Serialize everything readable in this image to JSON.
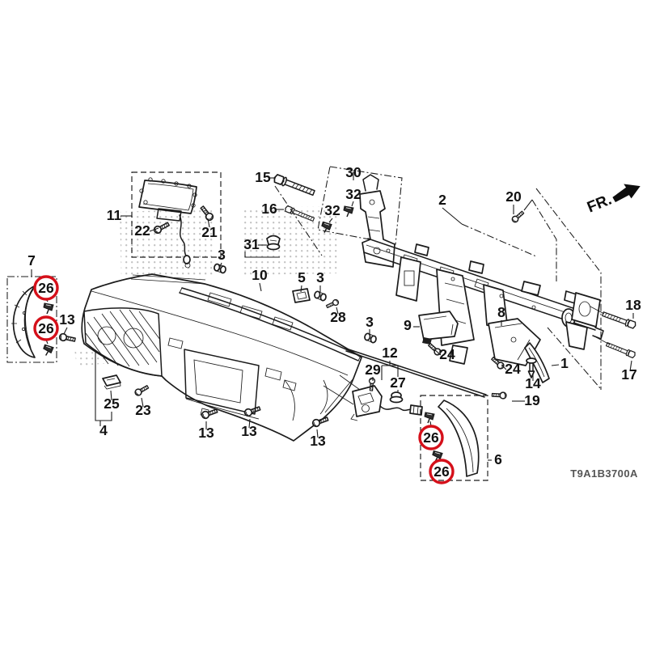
{
  "meta": {
    "title": "Instrument panel exploded parts diagram",
    "diagram_code": "T9A1B3700A",
    "direction_label": "FR.",
    "highlight_color": "#d5101a",
    "line_color": "#1b1b1b",
    "background_color": "#ffffff"
  },
  "callouts": [
    {
      "text": "7"
    },
    {
      "text": "26",
      "circled": true
    },
    {
      "text": "26",
      "circled": true
    },
    {
      "text": "13"
    },
    {
      "text": "11"
    },
    {
      "text": "22"
    },
    {
      "text": "21"
    },
    {
      "text": "3"
    },
    {
      "text": "15"
    },
    {
      "text": "16"
    },
    {
      "text": "31"
    },
    {
      "text": "10"
    },
    {
      "text": "5"
    },
    {
      "text": "3"
    },
    {
      "text": "30"
    },
    {
      "text": "32"
    },
    {
      "text": "32"
    },
    {
      "text": "2"
    },
    {
      "text": "20"
    },
    {
      "text": "28"
    },
    {
      "text": "3"
    },
    {
      "text": "9"
    },
    {
      "text": "8"
    },
    {
      "text": "24"
    },
    {
      "text": "24"
    },
    {
      "text": "14"
    },
    {
      "text": "1"
    },
    {
      "text": "18"
    },
    {
      "text": "17"
    },
    {
      "text": "19"
    },
    {
      "text": "12"
    },
    {
      "text": "29"
    },
    {
      "text": "27"
    },
    {
      "text": "25"
    },
    {
      "text": "23"
    },
    {
      "text": "4"
    },
    {
      "text": "13"
    },
    {
      "text": "13"
    },
    {
      "text": "13"
    },
    {
      "text": "26",
      "circled": true
    },
    {
      "text": "26",
      "circled": true
    },
    {
      "text": "6"
    }
  ]
}
